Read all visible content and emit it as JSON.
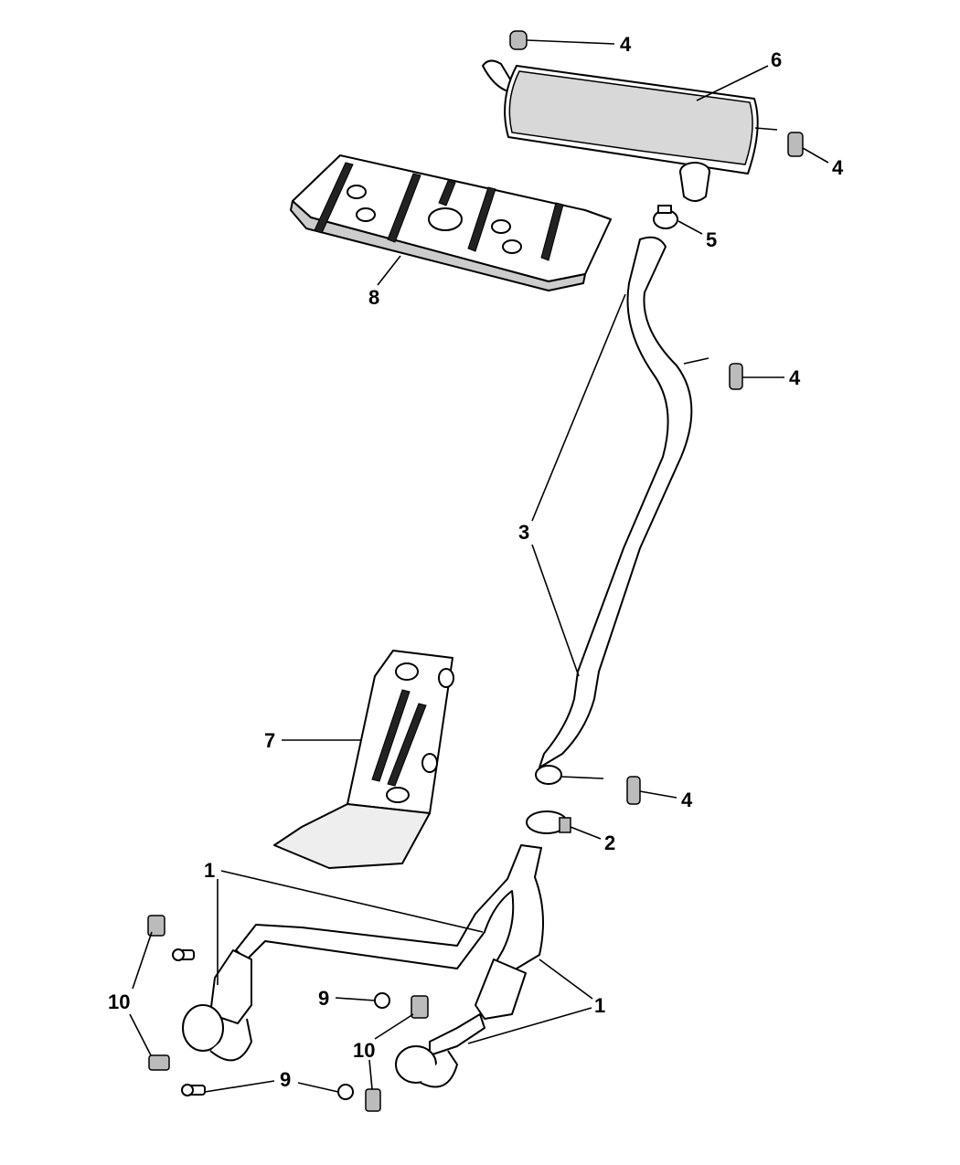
{
  "diagram": {
    "title": "Exhaust system parts diagram",
    "callouts": [
      "1",
      "2",
      "3",
      "4",
      "5",
      "6",
      "7",
      "8",
      "9",
      "10"
    ]
  }
}
